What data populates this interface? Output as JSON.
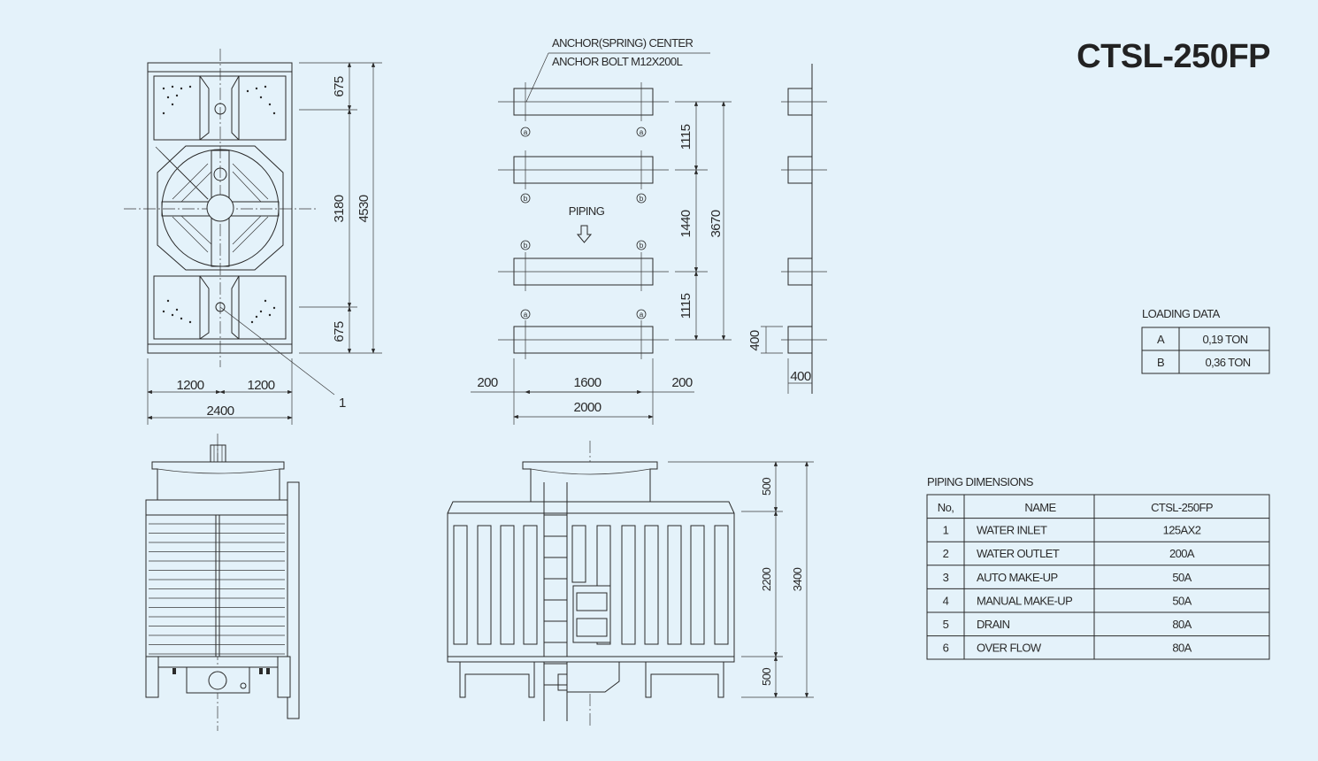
{
  "title": "CTSL-250FP",
  "plan_view": {
    "dims": {
      "top": "675",
      "middle": "3180",
      "bottom": "675",
      "total": "4530",
      "left_half": "1200",
      "right_half": "1200",
      "width": "2400"
    },
    "leader_label": "1"
  },
  "anchor_plan": {
    "note_1": "ANCHOR(SPRING) CENTER",
    "note_2": "ANCHOR BOLT M12X200L",
    "piping_label": "PIPING",
    "markers": [
      "a",
      "a",
      "b",
      "b",
      "b",
      "b",
      "a",
      "a"
    ],
    "dims": {
      "v1": "1115",
      "v2": "1440",
      "v3": "1115",
      "v_total": "3670",
      "left": "200",
      "center": "1600",
      "right": "200",
      "total": "2000"
    }
  },
  "side_plan": {
    "dims": {
      "height": "400",
      "width": "400"
    }
  },
  "elevation": {
    "dims": {
      "top": "500",
      "middle": "2200",
      "bottom": "500",
      "total": "3400"
    }
  },
  "loading_data": {
    "title": "LOADING DATA",
    "rows": [
      {
        "key": "A",
        "value": "0,19 TON"
      },
      {
        "key": "B",
        "value": "0,36 TON"
      }
    ]
  },
  "piping_dimensions": {
    "title": "PIPING DIMENSIONS",
    "headers": [
      "No,",
      "NAME",
      "CTSL-250FP"
    ],
    "rows": [
      {
        "no": "1",
        "name": "WATER INLET",
        "size": "125AX2"
      },
      {
        "no": "2",
        "name": "WATER OUTLET",
        "size": "200A"
      },
      {
        "no": "3",
        "name": "AUTO MAKE-UP",
        "size": "50A"
      },
      {
        "no": "4",
        "name": "MANUAL MAKE-UP",
        "size": "50A"
      },
      {
        "no": "5",
        "name": "DRAIN",
        "size": "80A"
      },
      {
        "no": "6",
        "name": "OVER FLOW",
        "size": "80A"
      }
    ]
  }
}
